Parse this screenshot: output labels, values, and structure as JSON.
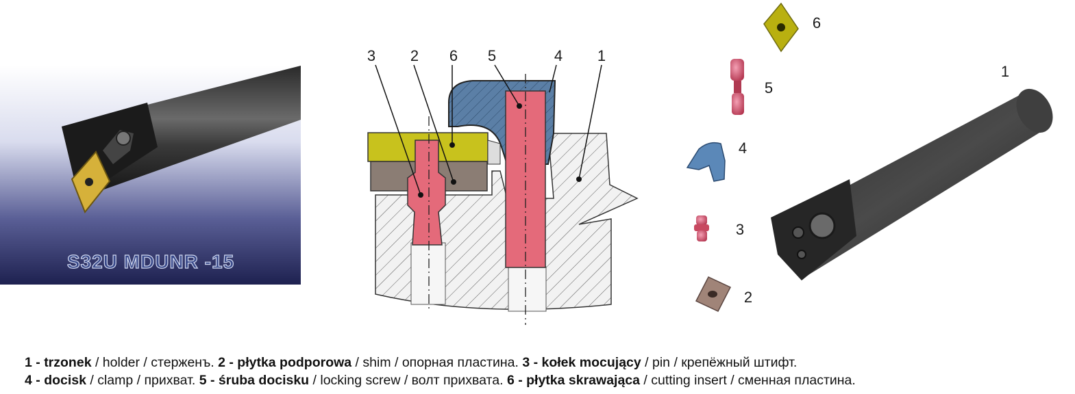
{
  "photo": {
    "label": "S32U MDUNR -15"
  },
  "section_callouts": [
    "3",
    "2",
    "6",
    "5",
    "4",
    "1"
  ],
  "exploded_callouts": [
    "6",
    "5",
    "4",
    "3",
    "2",
    "1"
  ],
  "legend": {
    "line1": [
      {
        "num": "1 - ",
        "pl": "trzonek",
        "rest": " / holder / стерженъ. "
      },
      {
        "num": "2 - ",
        "pl": "płytka podporowa",
        "rest": " / shim / опорная пластина.  "
      },
      {
        "num": "3 - ",
        "pl": "kołek mocujący",
        "rest": " /  pin / крепёжный штифт."
      }
    ],
    "line2": [
      {
        "num": "4 - ",
        "pl": "docisk",
        "rest": " / clamp / прихват. "
      },
      {
        "num": "5 - ",
        "pl": "śruba docisku",
        "rest": " / locking screw / волт прихвата. "
      },
      {
        "num": "6 - ",
        "pl": "płytka skrawająca",
        "rest": " / cutting insert  / сменная пластина."
      }
    ]
  }
}
